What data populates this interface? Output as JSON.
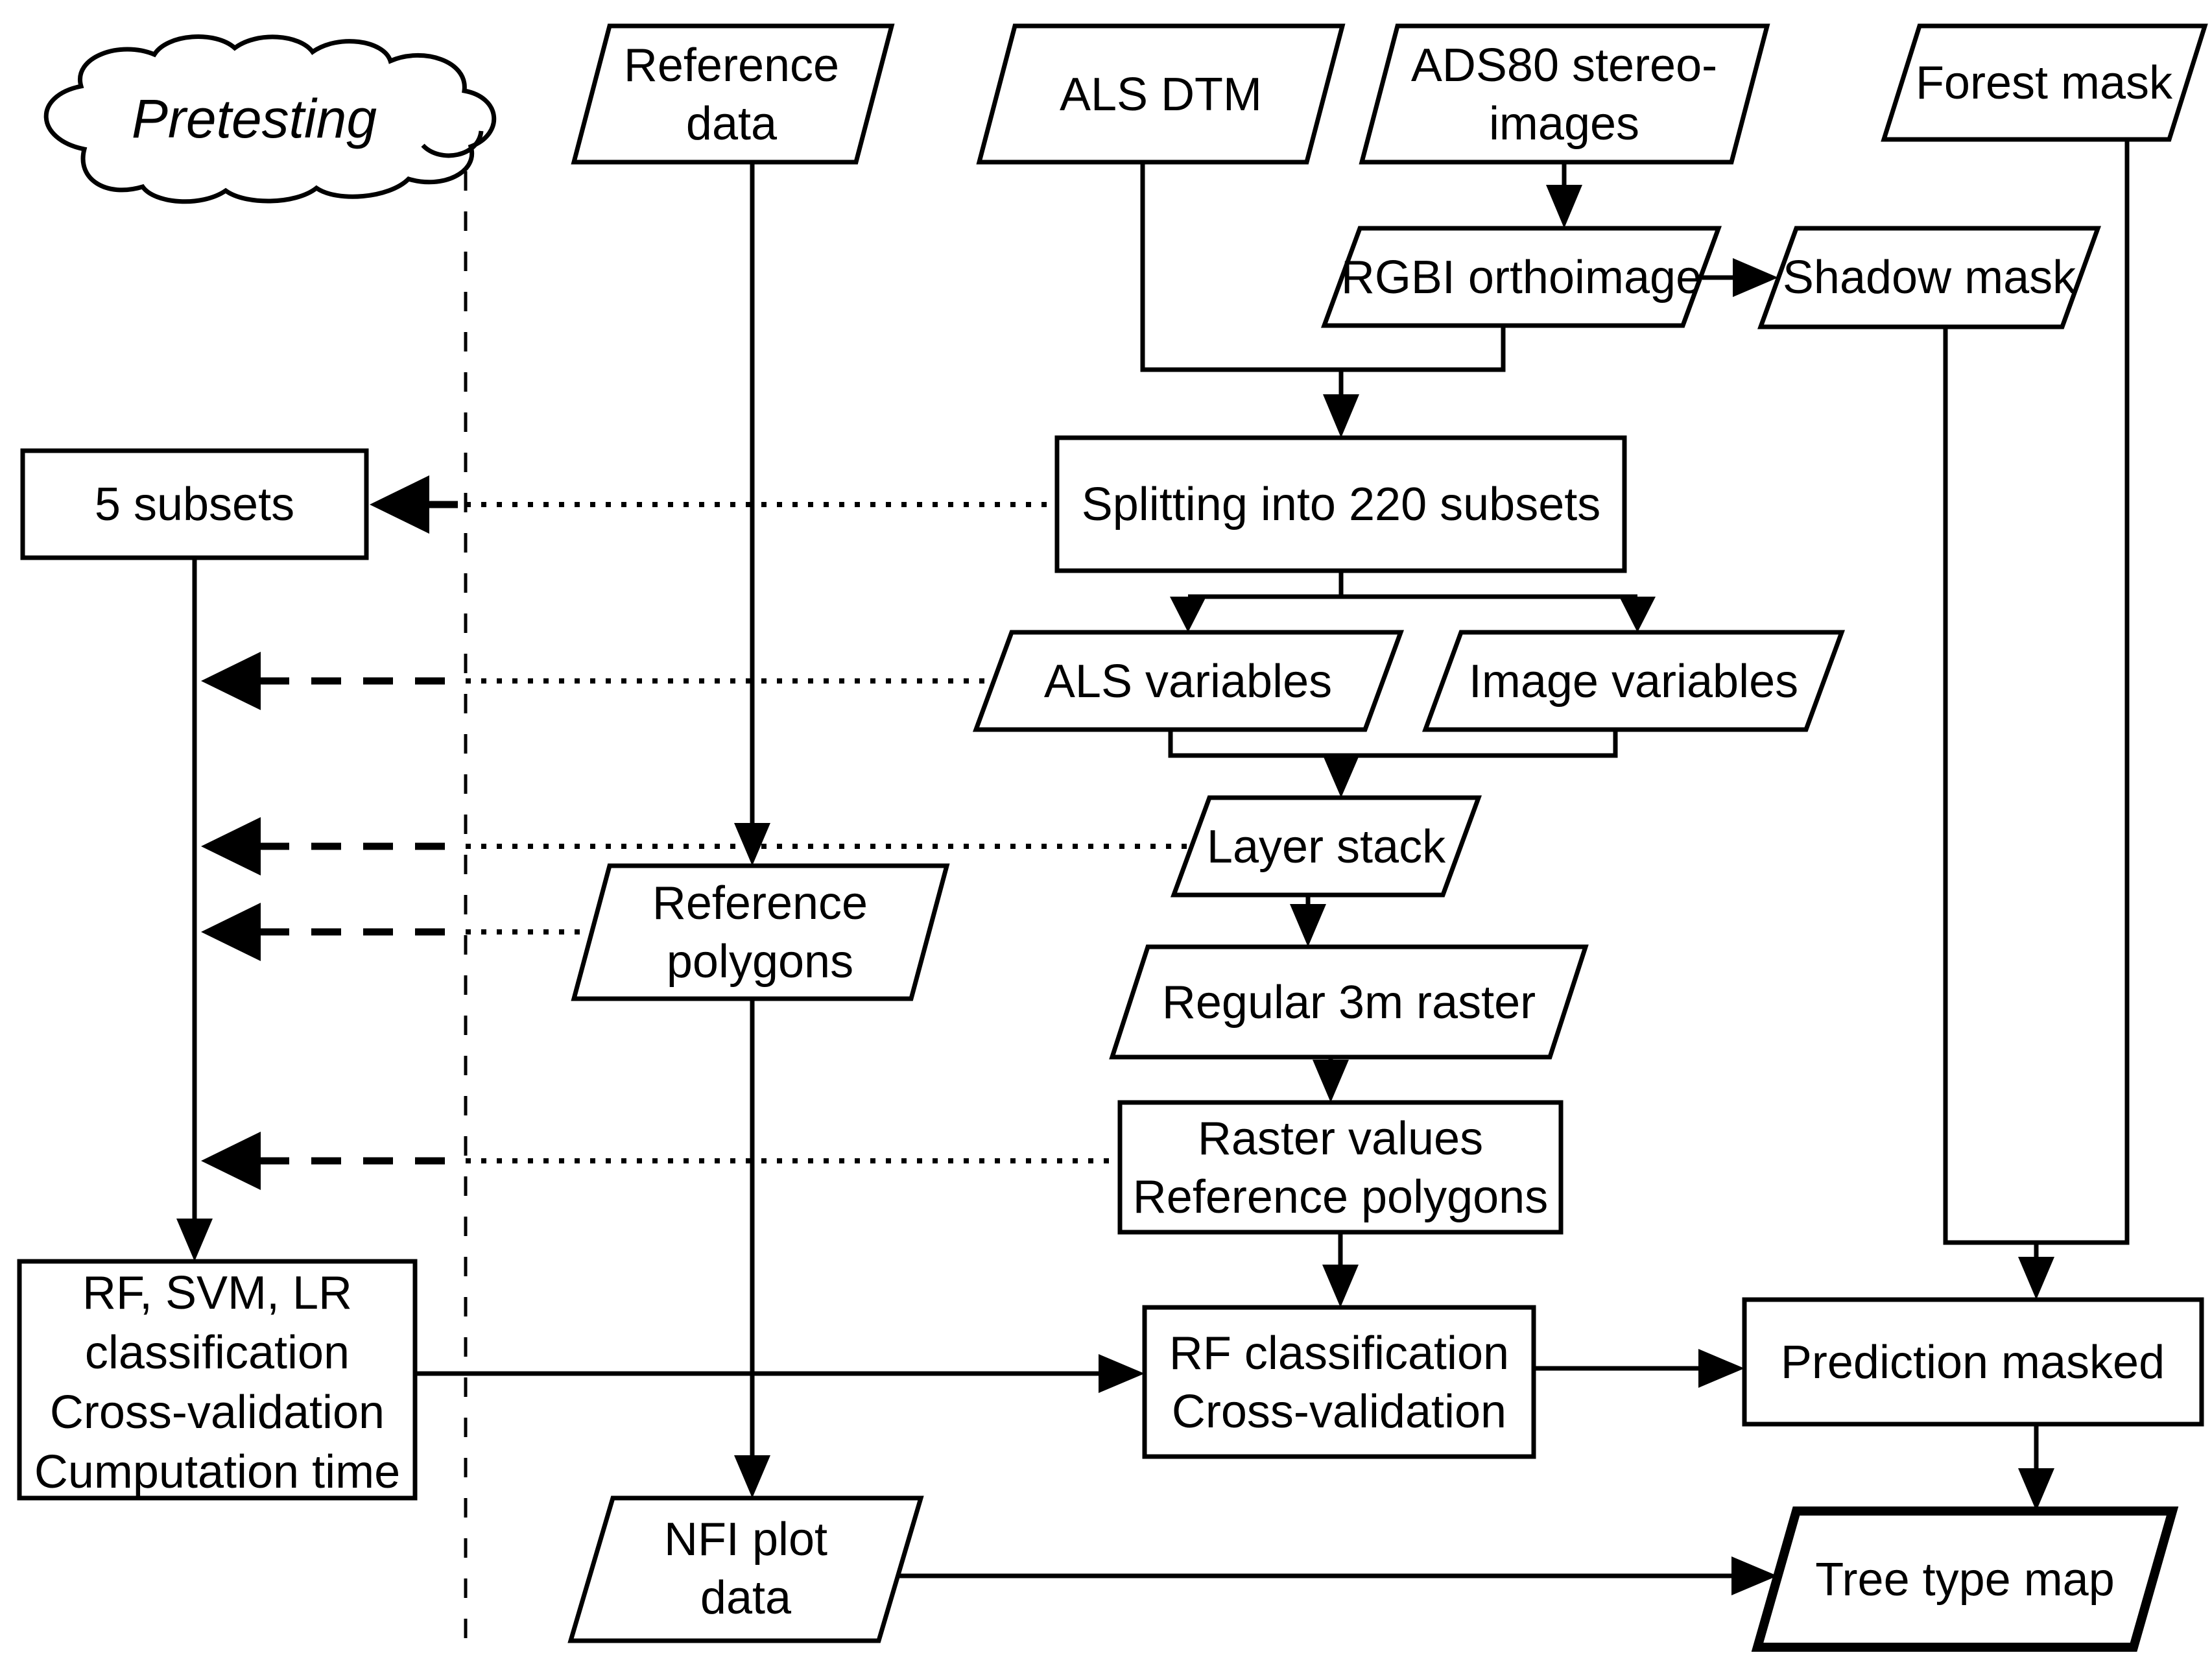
{
  "diagram": {
    "title": "Tree type mapping workflow flowchart",
    "colors": {
      "stroke": "#000000",
      "background": "#ffffff",
      "text": "#000000"
    },
    "annotation": {
      "pretesting": "Pretesting"
    },
    "nodes": {
      "reference_data": {
        "lines": [
          "Reference",
          "data"
        ]
      },
      "als_dtm": {
        "label": "ALS DTM"
      },
      "ads80": {
        "lines": [
          "ADS80 stereo-",
          "images"
        ]
      },
      "forest_mask": {
        "label": "Forest mask"
      },
      "rgbi": {
        "label": "RGBI orthoimage"
      },
      "shadow_mask": {
        "label": "Shadow mask"
      },
      "splitting": {
        "label": "Splitting into 220 subsets"
      },
      "five_subsets": {
        "label": "5 subsets"
      },
      "als_variables": {
        "label": "ALS variables"
      },
      "image_variables": {
        "label": "Image variables"
      },
      "layer_stack": {
        "label": "Layer stack"
      },
      "reference_polygons": {
        "lines": [
          "Reference",
          "polygons"
        ]
      },
      "regular_raster": {
        "label": "Regular 3m raster"
      },
      "raster_values": {
        "lines": [
          "Raster values",
          "Reference polygons"
        ]
      },
      "rf_svm_lr": {
        "lines": [
          "RF, SVM, LR",
          "classification",
          "Cross-validation",
          "Cumputation time"
        ]
      },
      "rf_classification": {
        "lines": [
          "RF classification",
          "Cross-validation"
        ]
      },
      "prediction_masked": {
        "label": "Prediction masked"
      },
      "nfi_plot_data": {
        "lines": [
          "NFI plot",
          "data"
        ]
      },
      "tree_type_map": {
        "label": "Tree type map"
      }
    }
  }
}
